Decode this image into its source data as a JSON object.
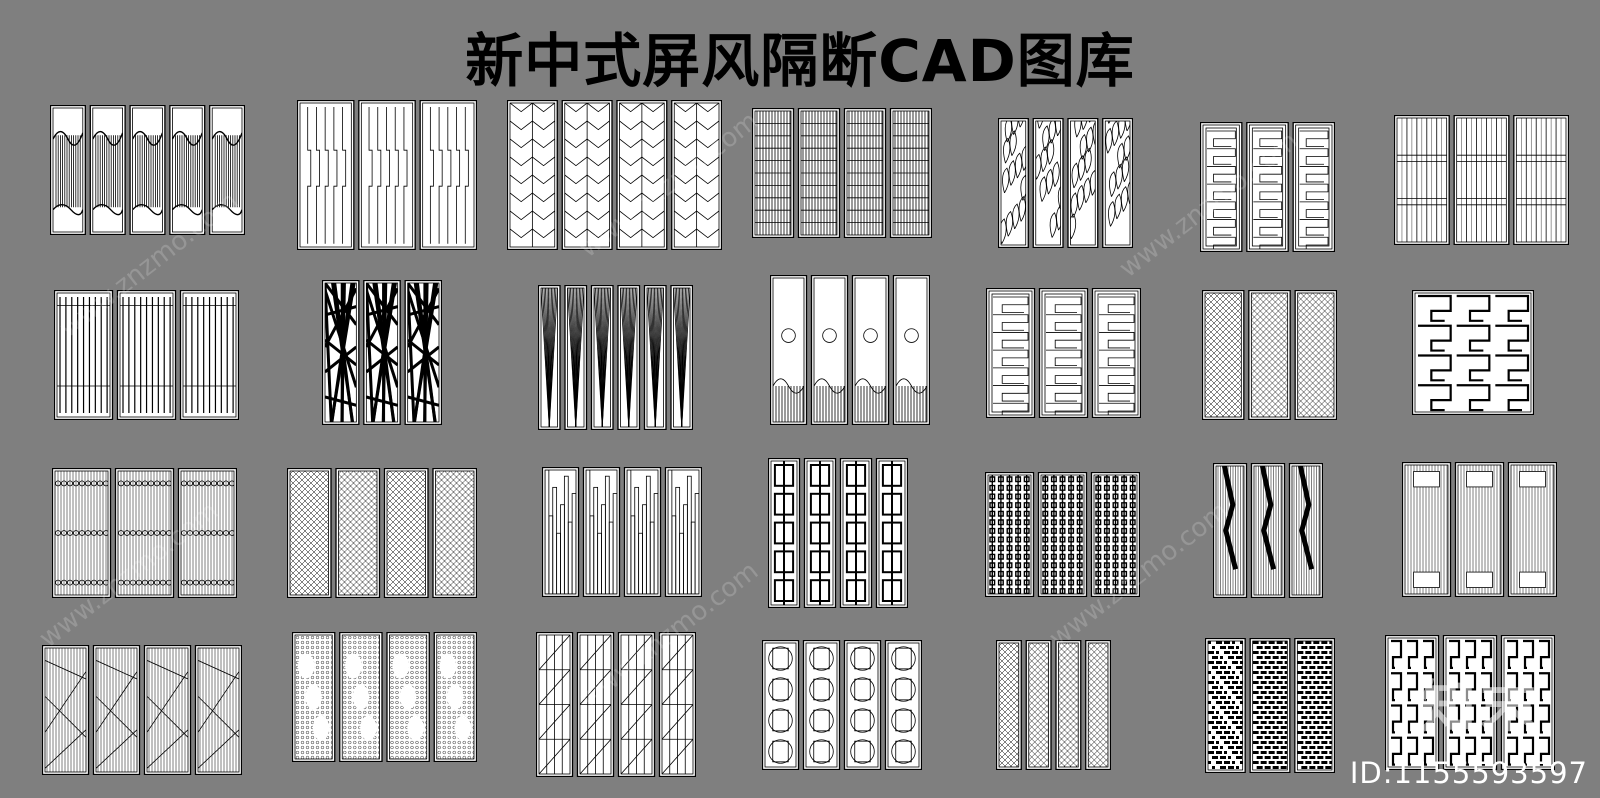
{
  "title": "新中式屏风隔断CAD图库",
  "watermark_text": "www.znzmo.com",
  "logo_text": "知末",
  "id_text": "ID:1155593597",
  "colors": {
    "background": "#7f7f7f",
    "panel_fill": "#ffffff",
    "line": "#000000"
  },
  "screens": [
    {
      "name": "screen-landscape-5panel",
      "pattern": "landscape",
      "panels": 5
    },
    {
      "name": "screen-flowing-lines-3panel",
      "pattern": "flow",
      "panels": 3
    },
    {
      "name": "screen-hexagon-4panel",
      "pattern": "hex",
      "panels": 4
    },
    {
      "name": "screen-fine-grid-4panel",
      "pattern": "grid",
      "panels": 4
    },
    {
      "name": "screen-floral-4panel",
      "pattern": "floral",
      "panels": 4
    },
    {
      "name": "screen-fret-3panel",
      "pattern": "fret",
      "panels": 3
    },
    {
      "name": "screen-lattice-3panel",
      "pattern": "lattice",
      "panels": 3
    },
    {
      "name": "screen-vertical-bars-3panel",
      "pattern": "bars",
      "panels": 3
    },
    {
      "name": "screen-geometric-3panel",
      "pattern": "geo",
      "panels": 3
    },
    {
      "name": "screen-folded-fan-6panel",
      "pattern": "fan",
      "panels": 6
    },
    {
      "name": "screen-mountain-3panel",
      "pattern": "mountain",
      "panels": 4
    },
    {
      "name": "screen-key-fret-3panel",
      "pattern": "fret",
      "panels": 3
    },
    {
      "name": "screen-dense-lattice-3panel",
      "pattern": "dense",
      "panels": 3
    },
    {
      "name": "screen-interlock-single",
      "pattern": "interlock",
      "panels": 1
    },
    {
      "name": "screen-band-3panel",
      "pattern": "band",
      "panels": 3
    },
    {
      "name": "screen-star-mesh-4panel",
      "pattern": "dense",
      "panels": 4
    },
    {
      "name": "screen-skyline-4panel",
      "pattern": "skyline",
      "panels": 4
    },
    {
      "name": "screen-deco-4panel",
      "pattern": "deco",
      "panels": 4
    },
    {
      "name": "screen-weave-3panel",
      "pattern": "weave",
      "panels": 3
    },
    {
      "name": "screen-branch-3panel",
      "pattern": "branch",
      "panels": 3
    },
    {
      "name": "screen-column-3panel",
      "pattern": "column",
      "panels": 3
    },
    {
      "name": "screen-crack-4panel",
      "pattern": "crack",
      "panels": 4
    },
    {
      "name": "screen-blossom-4panel",
      "pattern": "blossom",
      "panels": 4
    },
    {
      "name": "screen-window-4panel",
      "pattern": "window",
      "panels": 4
    },
    {
      "name": "screen-medallion-4panel",
      "pattern": "medallion",
      "panels": 4
    },
    {
      "name": "screen-sakura-4panel",
      "pattern": "dense",
      "panels": 4
    },
    {
      "name": "screen-brick-3panel",
      "pattern": "brick",
      "panels": 3
    },
    {
      "name": "screen-cross-3panel",
      "pattern": "interlock",
      "panels": 3
    }
  ]
}
